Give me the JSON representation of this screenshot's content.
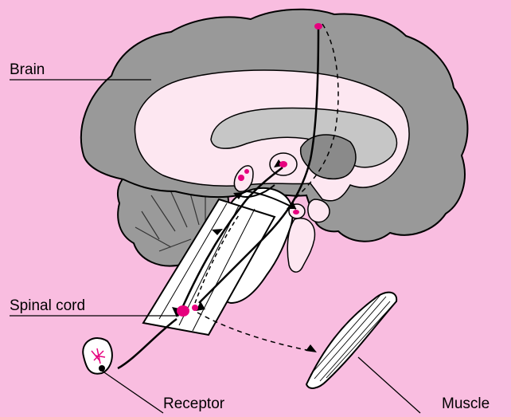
{
  "labels": {
    "brain": "Brain",
    "spinal_cord": "Spinal cord",
    "receptor": "Receptor",
    "muscle": "Muscle"
  },
  "colors": {
    "background": "#f9bde0",
    "cortex": "#999999",
    "inner_brain": "#fde7f1",
    "neuron_dot": "#e6007e",
    "outline": "#000000"
  }
}
